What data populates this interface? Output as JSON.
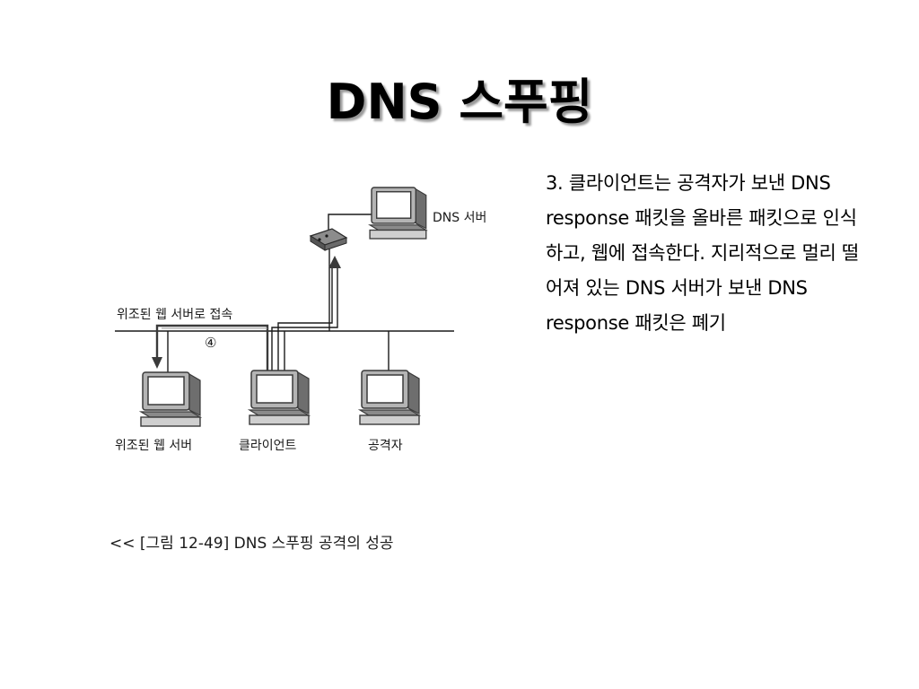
{
  "slide": {
    "title": "DNS 스푸핑",
    "body_text": "3. 클라이언트는 공격자가 보낸 DNS response 패킷을 올바른 패킷으로 인식하고, 웹에 접속한다. 지리적으로 멀리 떨어져 있는 DNS 서버가 보낸 DNS response 패킷은 폐기"
  },
  "diagram": {
    "labels": {
      "dns_server": "DNS 서버",
      "fake_access": "위조된 웹 서버로 접속",
      "step": "④",
      "fake_server": "위조된 웹 서버",
      "client": "클라이언트",
      "attacker": "공격자"
    },
    "caption": "<< [그림 12-49] DNS 스푸핑 공격의 성공"
  }
}
